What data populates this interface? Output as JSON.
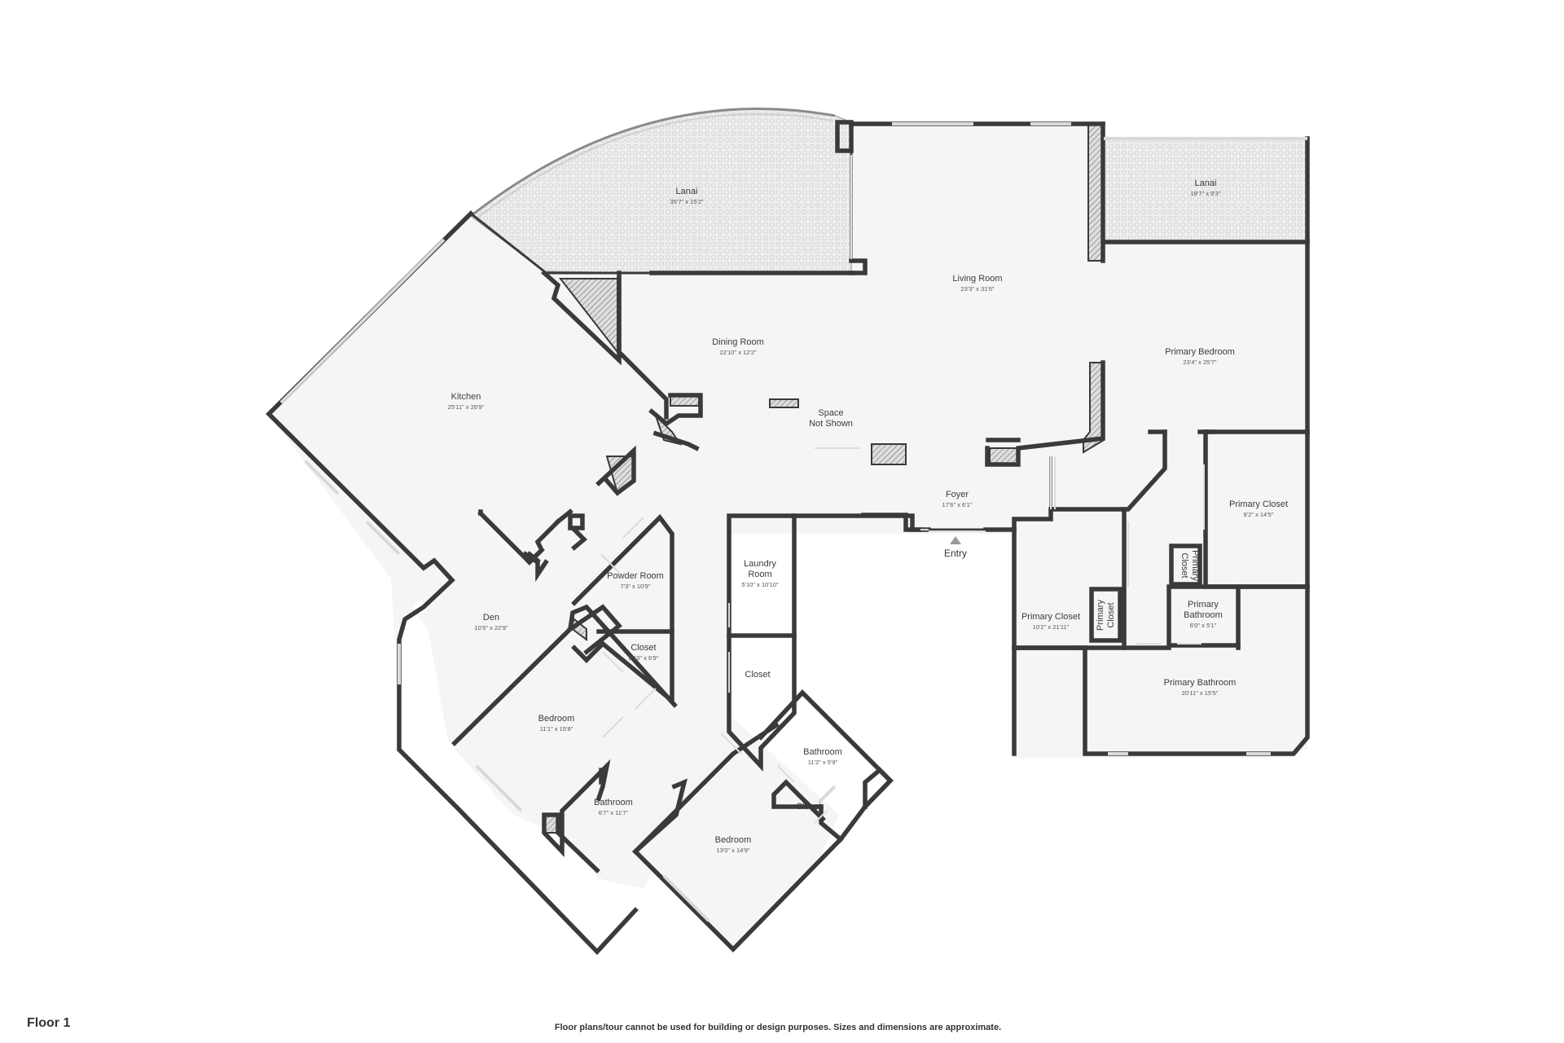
{
  "floor_label": "Floor 1",
  "disclaimer": "Floor plans/tour cannot be used for building or design purposes. Sizes and dimensions are approximate.",
  "entry_label": "Entry",
  "rooms": {
    "lanai_main": {
      "name": "Lanai",
      "dims": "35'7\" x 15'2\""
    },
    "lanai_side": {
      "name": "Lanai",
      "dims": "18'7\" x 9'3\""
    },
    "living_room": {
      "name": "Living Room",
      "dims": "23'3\" x 31'6\""
    },
    "dining_room": {
      "name": "Dining Room",
      "dims": "22'10\" x 12'2\""
    },
    "kitchen": {
      "name": "Kitchen",
      "dims": "25'11\" x 26'9\""
    },
    "space_not_shown": {
      "name_line1": "Space",
      "name_line2": "Not Shown"
    },
    "primary_bedroom": {
      "name": "Primary Bedroom",
      "dims": "23'4\" x 25'7\""
    },
    "foyer": {
      "name": "Foyer",
      "dims": "17'6\" x 6'1\""
    },
    "primary_closet_right": {
      "name": "Primary Closet",
      "dims": "9'2\" x 14'5\""
    },
    "primary_closet_small_vert": {
      "name_line1": "Primary",
      "name_line2": "Closet"
    },
    "primary_closet_small_vert2": {
      "name_line1": "Primary",
      "name_line2": "Closet"
    },
    "primary_closet_left": {
      "name": "Primary Closet",
      "dims": "10'2\" x 21'11\""
    },
    "primary_bathroom_small": {
      "name_line1": "Primary",
      "name_line2": "Bathroom",
      "dims": "6'0\" x 5'1\""
    },
    "primary_bathroom": {
      "name": "Primary Bathroom",
      "dims": "20'11\" x 15'5\""
    },
    "laundry_room": {
      "name_line1": "Laundry",
      "name_line2": "Room",
      "dims": "5'10\" x 10'10\""
    },
    "closet_mid": {
      "name": "Closet"
    },
    "powder_room": {
      "name": "Powder Room",
      "dims": "7'3\" x 10'9\""
    },
    "closet_left": {
      "name": "Closet",
      "dims": "8'10\" x 6'9\""
    },
    "den": {
      "name": "Den",
      "dims": "10'5\" x 22'9\""
    },
    "bedroom_left": {
      "name": "Bedroom",
      "dims": "11'1\" x 15'8\""
    },
    "bathroom_left": {
      "name": "Bathroom",
      "dims": "6'7\" x 11'7\""
    },
    "bedroom_bottom": {
      "name": "Bedroom",
      "dims": "13'0\" x 14'9\""
    },
    "bathroom_right": {
      "name": "Bathroom",
      "dims": "11'2\" x 5'9\""
    },
    "closet_bottom": {
      "name": "Closet"
    }
  }
}
